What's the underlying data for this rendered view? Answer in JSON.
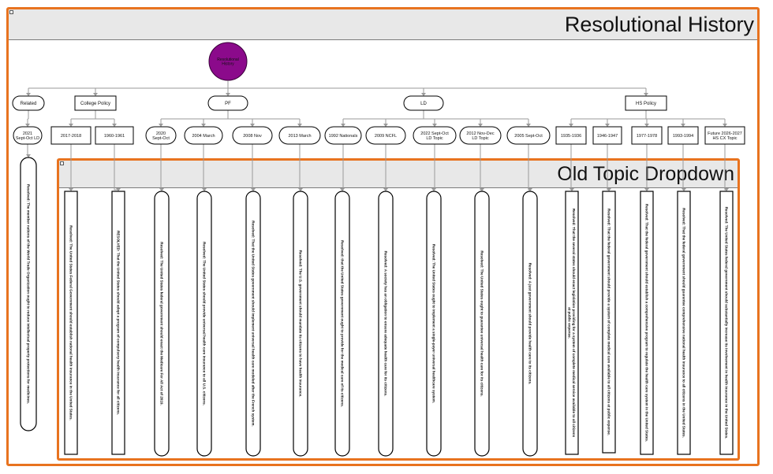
{
  "title": "Resolutional History",
  "dropdown_title": "Old Topic Dropdown",
  "root_label": "Resolutional History",
  "colors": {
    "frame": "#e8731f",
    "header": "#e8e8e8",
    "root_fill": "#8b0a8b",
    "connector": "#9a9a9a"
  },
  "categories": [
    {
      "label": "Related",
      "shape": "rounded"
    },
    {
      "label": "College Policy",
      "shape": "rect"
    },
    {
      "label": "PF",
      "shape": "rounded"
    },
    {
      "label": "LD",
      "shape": "rounded"
    },
    {
      "label": "HS Policy",
      "shape": "rect"
    }
  ],
  "topics": [
    {
      "label": "2021\nSept-Oct LD",
      "shape": "rounded",
      "category": 0
    },
    {
      "label": "2017-2018",
      "shape": "rect",
      "category": 1
    },
    {
      "label": "1960-1961",
      "shape": "rect",
      "category": 1
    },
    {
      "label": "2020\nSept-Oct",
      "shape": "rounded",
      "category": 2
    },
    {
      "label": "2004 March",
      "shape": "rounded",
      "category": 2
    },
    {
      "label": "2008 Nov",
      "shape": "rounded",
      "category": 2
    },
    {
      "label": "2013 March",
      "shape": "rounded",
      "category": 2
    },
    {
      "label": "1992 Nationals",
      "shape": "rounded",
      "category": 3
    },
    {
      "label": "2009 NCFL",
      "shape": "rounded",
      "category": 3
    },
    {
      "label": "2022 Sept-Oct\nLD Topic",
      "shape": "rounded",
      "category": 3
    },
    {
      "label": "2012 Nov-Dec\nLD Topic",
      "shape": "rounded",
      "category": 3
    },
    {
      "label": "2005 Sept-Oct",
      "shape": "rounded",
      "category": 3
    },
    {
      "label": "1935-1936",
      "shape": "rect",
      "category": 4
    },
    {
      "label": "1946-1947",
      "shape": "rect",
      "category": 4
    },
    {
      "label": "1977-1978",
      "shape": "rect",
      "category": 4
    },
    {
      "label": "1993-1994",
      "shape": "rect",
      "category": 4
    },
    {
      "label": "Future 2026-2027\nHS CX Topic",
      "shape": "rect",
      "category": 4
    }
  ],
  "resolutions": [
    {
      "topic": 0,
      "shape": "rounded",
      "text": "Resolved: The member nations of the World Trade Organization ought to reduce intellectual property protections for medicines."
    },
    {
      "topic": 1,
      "shape": "rect",
      "text": "Resolved: The United States Federal Government should establish national health insurance in the United States."
    },
    {
      "topic": 2,
      "shape": "rect",
      "text": "RESOLVED: That the United States should adopt a program of compulsory health insurance for all citizens."
    },
    {
      "topic": 3,
      "shape": "rounded",
      "text": "Resolved: The United States federal government should enact the Medicare For All Act of 2019."
    },
    {
      "topic": 4,
      "shape": "rounded",
      "text": "Resolved: The United States should provide universal health care insurance to all U.S. citizens."
    },
    {
      "topic": 5,
      "shape": "rounded",
      "text": "Resolved: That the United States government should implement universal health care modeled after the French system."
    },
    {
      "topic": 6,
      "shape": "rounded",
      "text": "Resolved: The U.S. government should mandate its citizens to have health insurance."
    },
    {
      "topic": 7,
      "shape": "rounded",
      "text": "Resolved: that the United States government ought to provide for the medical care of its citizens."
    },
    {
      "topic": 8,
      "shape": "rounded",
      "text": "Resolved: A society has an obligation to ensure adequate health care for its citizens."
    },
    {
      "topic": 9,
      "shape": "rounded",
      "text": "Resolved: The United States ought to implement a single-payer universal healthcare system."
    },
    {
      "topic": 10,
      "shape": "rounded",
      "text": "Resolved: The United States ought to guarantee universal health care for its citizens."
    },
    {
      "topic": 11,
      "shape": "rounded",
      "text": "Resolved: A just government should provide health care to its citizens."
    },
    {
      "topic": 12,
      "shape": "rect",
      "text": "Resolved: That the several states should enact legislation providing for a system of complete medical service available to all citizens at public expense."
    },
    {
      "topic": 13,
      "shape": "rect",
      "text": "Resolved: That the federal government should provide a system of complete medical care available to all citizens at public expense."
    },
    {
      "topic": 14,
      "shape": "rect",
      "text": "Resolved: That the federal government should establish a comprehensive program to regulate the health care system in the United States."
    },
    {
      "topic": 15,
      "shape": "rect",
      "text": "Resolved: That the federal government should guarantee comprehensive national health insurance to all citizens in the United States."
    },
    {
      "topic": 16,
      "shape": "rect",
      "text": "Resolved: The United States federal government should substantially increase its involvement in health insurance in the United States."
    }
  ]
}
